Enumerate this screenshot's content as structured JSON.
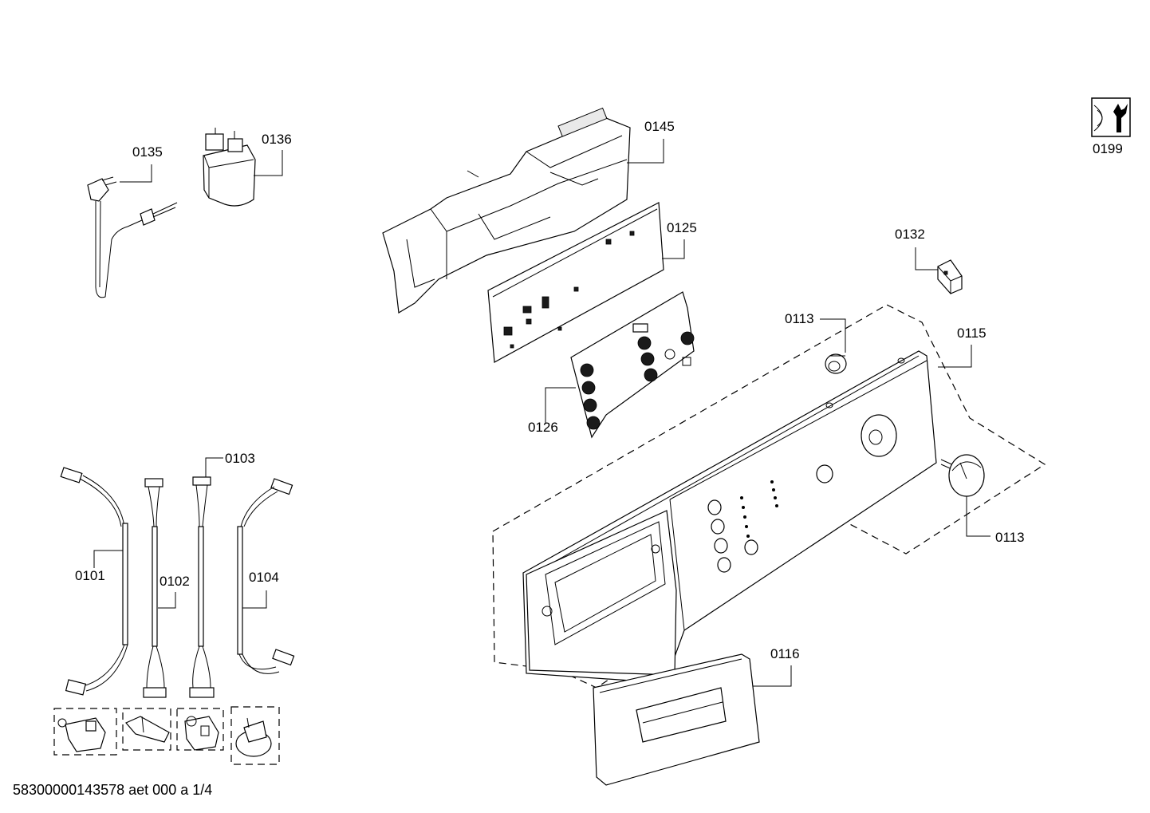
{
  "labels": {
    "p0135": "0135",
    "p0136": "0136",
    "p0145": "0145",
    "p0125": "0125",
    "p0199": "0199",
    "p0132": "0132",
    "p0113a": "0113",
    "p0115": "0115",
    "p0126": "0126",
    "p0113b": "0113",
    "p0103": "0103",
    "p0101": "0101",
    "p0102": "0102",
    "p0104": "0104",
    "p0116": "0116"
  },
  "icons": {
    "service_tool": "wrench-icon"
  },
  "footer": {
    "doc_code": "58300000143578 aet 000 a 1/4"
  }
}
